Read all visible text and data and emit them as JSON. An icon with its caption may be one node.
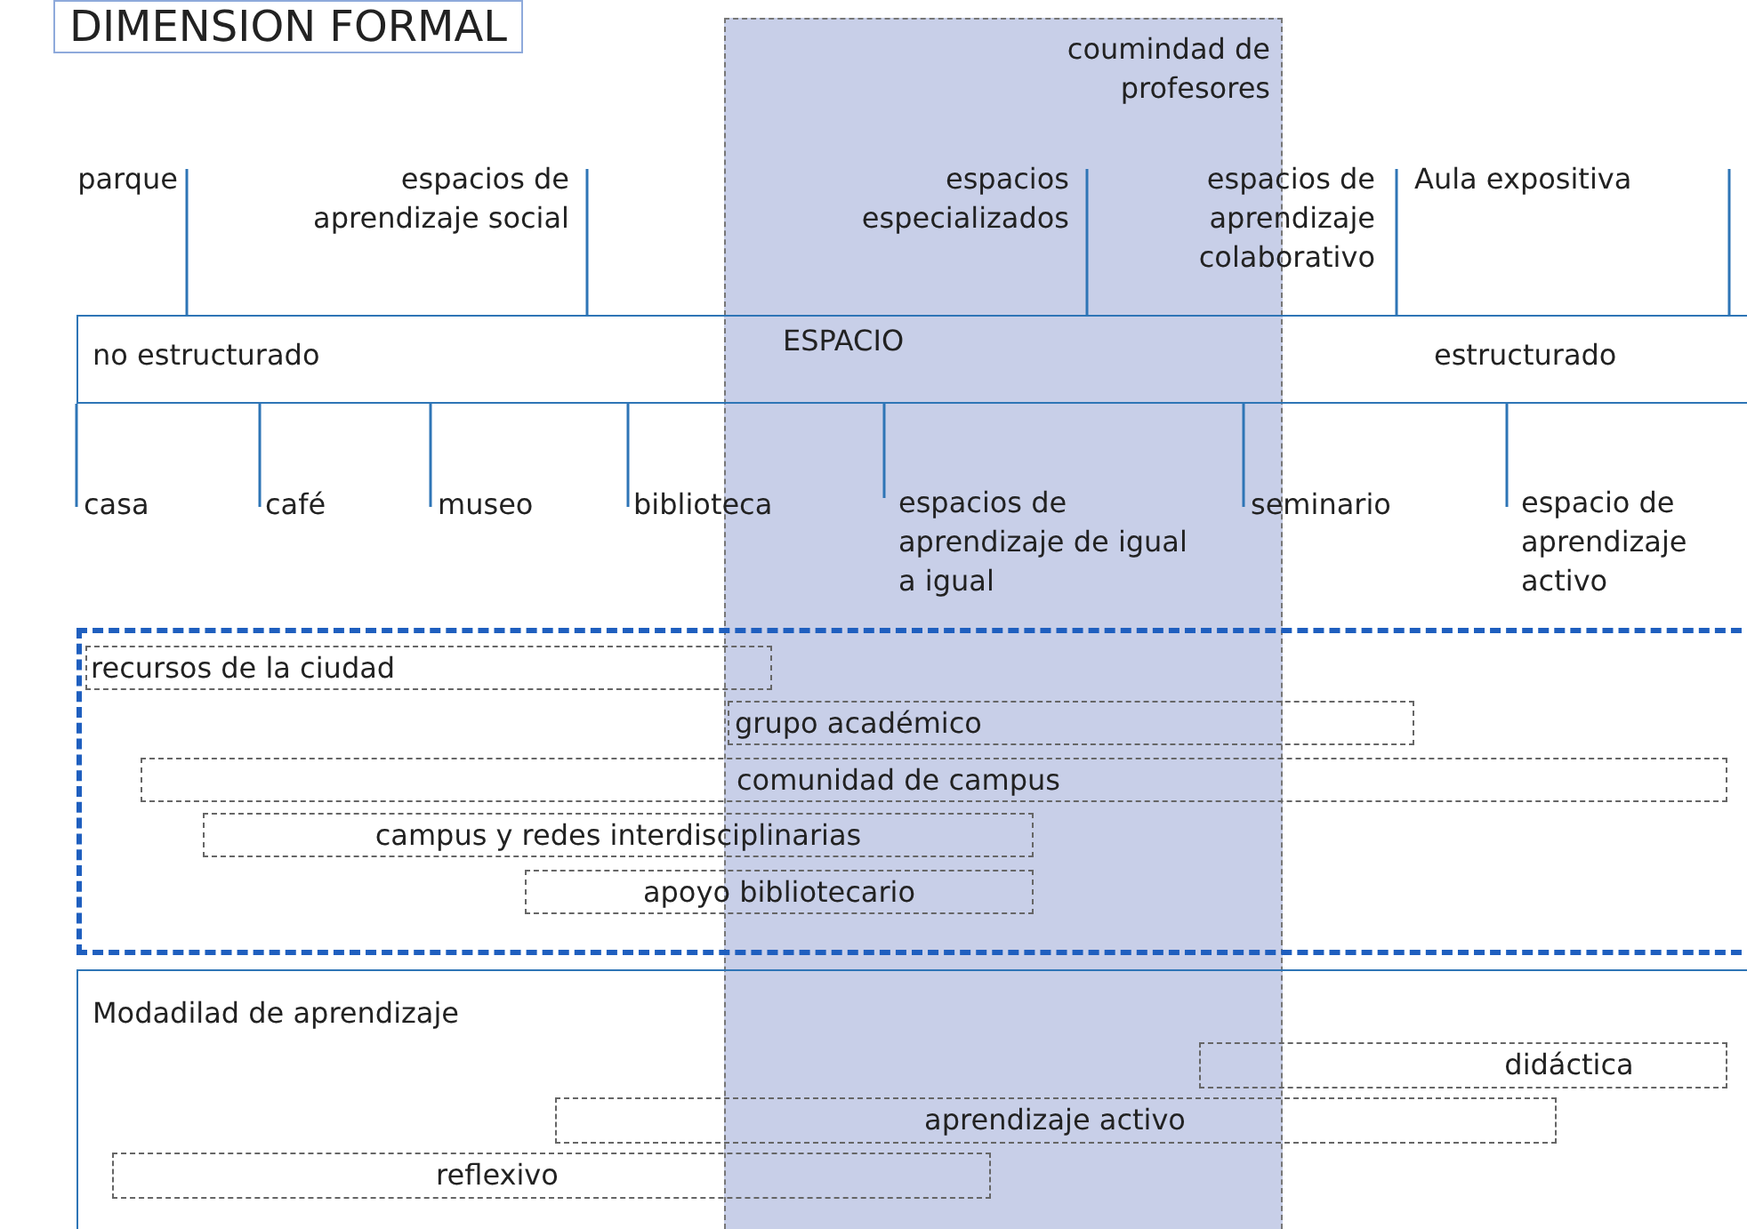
{
  "diagram": {
    "title": "DIMENSION FORMAL",
    "nodes": [
      {
        "text": [
          "coumindad de profesores"
        ]
      },
      {
        "text": [
          "no estructurado",
          "ESPACIO",
          "estructurado"
        ]
      },
      {
        "text": [],
        "shape": "box"
      },
      {
        "text": [
          "recursos de la ciudad"
        ],
        "in": 2
      },
      {
        "text": [
          "grupo académico"
        ],
        "in": 2
      },
      {
        "text": [
          "comunidad de campus"
        ],
        "in": 2
      },
      {
        "text": [
          "campus y redes interdisciplinarias"
        ],
        "in": 2
      },
      {
        "text": [
          "apoyo bibliotecario"
        ],
        "in": 2
      },
      {
        "text": [
          "Modadilad de aprendizaje"
        ]
      },
      {
        "text": [
          "didáctica"
        ],
        "in": 8
      },
      {
        "text": [
          "aprendizaje activo"
        ],
        "in": 8
      },
      {
        "text": [
          "reflexivo"
        ],
        "in": 8
      }
    ],
    "labels": [
      "parque",
      "espacios de aprendizaje social",
      "espacios especializados",
      "espacios de aprendizaje colaborativo",
      "Aula expositiva",
      "casa",
      "café",
      "museo",
      "biblioteca",
      "espacios de aprendizaje de igual a igual",
      "seminario",
      "espacio de aprendizaje activo"
    ]
  }
}
